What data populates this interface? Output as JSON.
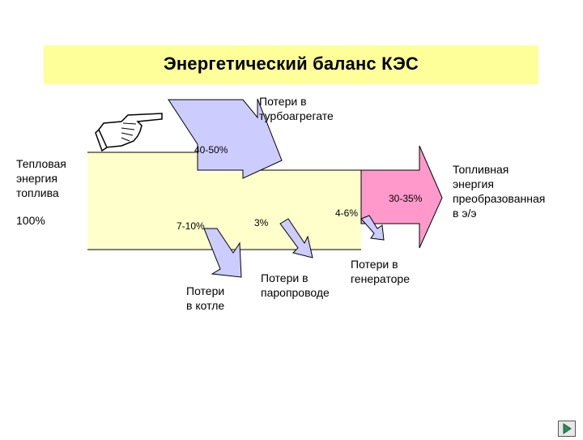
{
  "title": "Энергетический баланс КЭС",
  "labels": {
    "input_energy": "Тепловая\nэнергия\nтоплива",
    "input_percent": "100%",
    "turbine_loss": "Потери в\nтурбоагрегате",
    "turbine_percent": "40-50%",
    "boiler_percent": "7-10%",
    "boiler_loss": "Потери\nв котле",
    "pipeline_percent": "3%",
    "pipeline_loss": "Потери в\nпаропроводе",
    "generator_percent": "4-6%",
    "generator_loss": "Потери в\nгенераторе",
    "output_percent": "30-35%",
    "output_energy": "Топливная\nэнергия\nпреобразованная\nв э/э"
  },
  "icons": {
    "pointer": "pointing-hand-icon",
    "nav": "forward-arrow-icon"
  },
  "colors": {
    "title_bg": "#ffff99",
    "flow": "#ffffcc",
    "loss": "#ccccff",
    "output_arrow": "#ff99cc",
    "nav_arrow": "#2e8b57"
  }
}
